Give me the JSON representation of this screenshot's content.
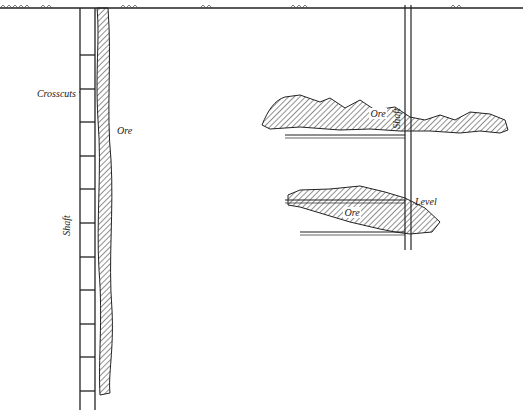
{
  "diagram": {
    "nodes": [
      {
        "text": [
          "Ore"
        ]
      },
      {
        "text": [
          "Ore"
        ]
      }
    ],
    "labels": [
      "Crosscuts",
      "Ore",
      "Shaft",
      "Shaft",
      "Level"
    ]
  }
}
